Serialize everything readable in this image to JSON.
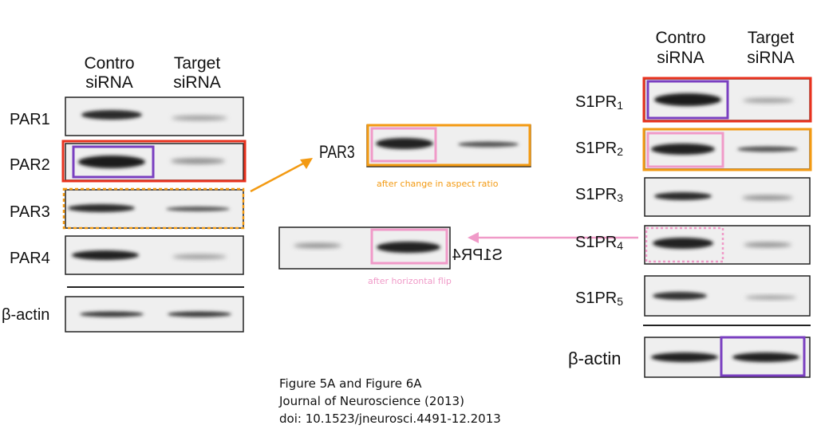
{
  "left_panel": {
    "col_control": [
      "Contro",
      "siRNA"
    ],
    "col_target": [
      "Target",
      "siRNA"
    ],
    "rows": [
      "PAR1",
      "PAR2",
      "PAR3",
      "PAR4"
    ],
    "actin": "β-actin"
  },
  "right_panel": {
    "col_control": [
      "Contro",
      "siRNA"
    ],
    "col_target": [
      "Target",
      "siRNA"
    ],
    "rows": [
      {
        "base": "S1PR",
        "sub": "1"
      },
      {
        "base": "S1PR",
        "sub": "2"
      },
      {
        "base": "S1PR",
        "sub": "3"
      },
      {
        "base": "S1PR",
        "sub": "4"
      },
      {
        "base": "S1PR",
        "sub": "5"
      }
    ],
    "actin": "β-actin"
  },
  "middle": {
    "par3_label": "PAR3",
    "aspect_note": "after change in aspect ratio",
    "flip_label": "S1PR4",
    "flip_note": "after horizontal flip"
  },
  "caption": {
    "line1": "Figure 5A and Figure 6A",
    "line2": "Journal of Neuroscience (2013)",
    "line3": "doi: 10.1523/jneurosci.4491-12.2013"
  },
  "colors": {
    "red": "#e8321e",
    "purple": "#7a3fc0",
    "orange": "#f39a12",
    "pink": "#f09ac8"
  }
}
